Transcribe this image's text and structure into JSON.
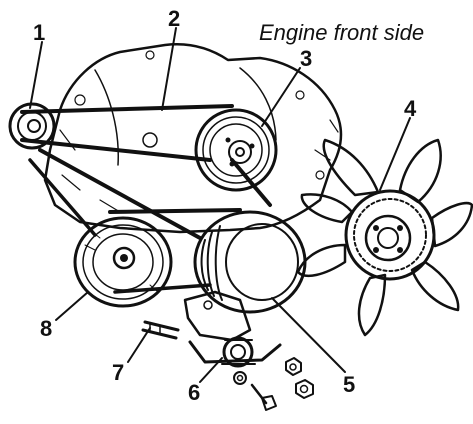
{
  "caption": "Engine front side",
  "callouts": [
    {
      "id": "c1",
      "label": "1"
    },
    {
      "id": "c2",
      "label": "2"
    },
    {
      "id": "c3",
      "label": "3"
    },
    {
      "id": "c4",
      "label": "4"
    },
    {
      "id": "c5",
      "label": "5"
    },
    {
      "id": "c6",
      "label": "6"
    },
    {
      "id": "c7",
      "label": "7"
    },
    {
      "id": "c8",
      "label": "8"
    }
  ],
  "colors": {
    "ink": "#111111",
    "paper": "#ffffff",
    "shade": "#d9d9d9"
  }
}
